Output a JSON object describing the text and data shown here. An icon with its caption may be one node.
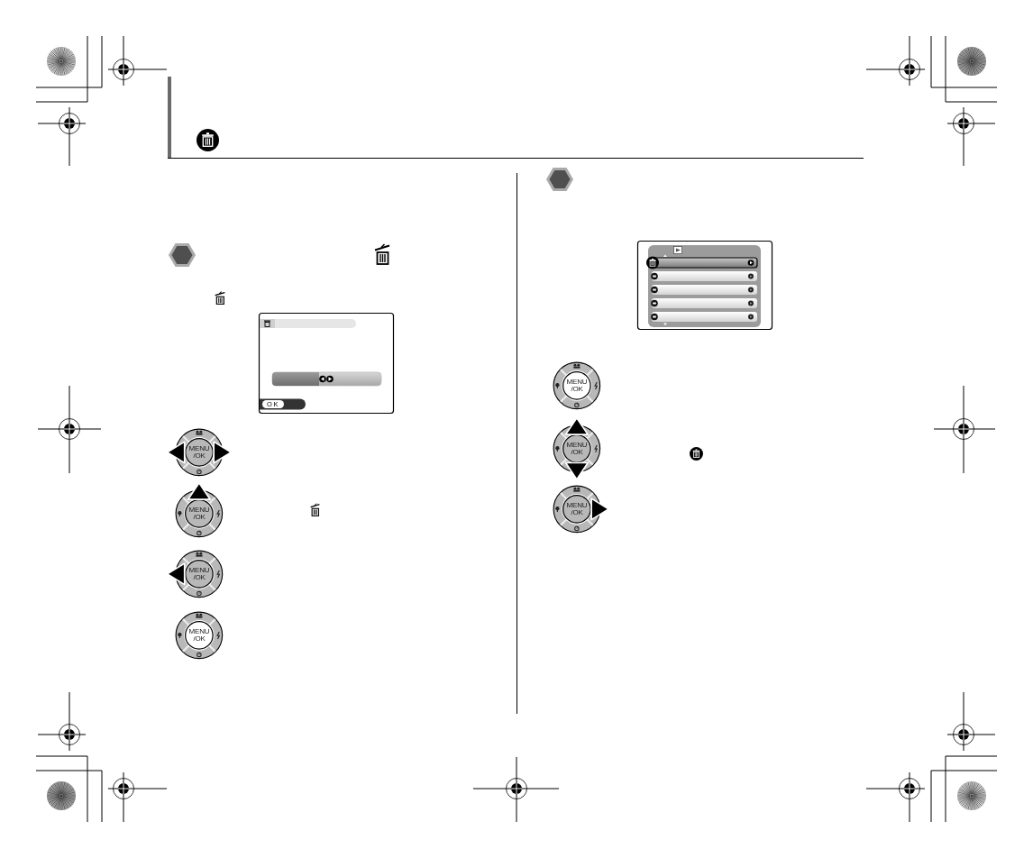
{
  "diagram": {
    "labels": [
      "OK",
      "MENU /OK",
      "MENU /OK",
      "MENU /OK",
      "MENU /OK",
      "MENU /OK",
      "MENU /OK",
      "MENU /OK"
    ]
  }
}
